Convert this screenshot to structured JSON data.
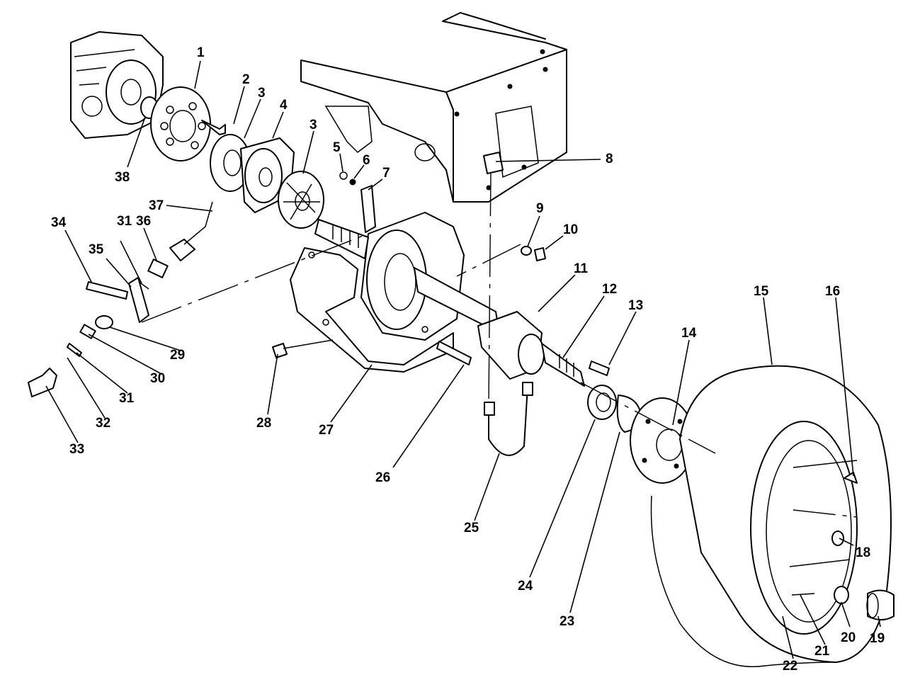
{
  "callouts": [
    {
      "id": "1",
      "label": "1"
    },
    {
      "id": "2",
      "label": "2"
    },
    {
      "id": "3a",
      "label": "3"
    },
    {
      "id": "3b",
      "label": "3"
    },
    {
      "id": "4",
      "label": "4"
    },
    {
      "id": "5",
      "label": "5"
    },
    {
      "id": "6",
      "label": "6"
    },
    {
      "id": "7",
      "label": "7"
    },
    {
      "id": "8",
      "label": "8"
    },
    {
      "id": "9",
      "label": "9"
    },
    {
      "id": "10",
      "label": "10"
    },
    {
      "id": "11",
      "label": "11"
    },
    {
      "id": "12",
      "label": "12"
    },
    {
      "id": "13",
      "label": "13"
    },
    {
      "id": "14",
      "label": "14"
    },
    {
      "id": "15",
      "label": "15"
    },
    {
      "id": "16",
      "label": "16"
    },
    {
      "id": "18",
      "label": "18"
    },
    {
      "id": "19",
      "label": "19"
    },
    {
      "id": "20",
      "label": "20"
    },
    {
      "id": "21",
      "label": "21"
    },
    {
      "id": "22",
      "label": "22"
    },
    {
      "id": "23",
      "label": "23"
    },
    {
      "id": "24",
      "label": "24"
    },
    {
      "id": "25",
      "label": "25"
    },
    {
      "id": "26",
      "label": "26"
    },
    {
      "id": "27",
      "label": "27"
    },
    {
      "id": "28",
      "label": "28"
    },
    {
      "id": "29",
      "label": "29"
    },
    {
      "id": "30",
      "label": "30"
    },
    {
      "id": "31a",
      "label": "31"
    },
    {
      "id": "31b",
      "label": "31"
    },
    {
      "id": "32",
      "label": "32"
    },
    {
      "id": "33",
      "label": "33"
    },
    {
      "id": "34",
      "label": "34"
    },
    {
      "id": "35",
      "label": "35"
    },
    {
      "id": "36",
      "label": "36"
    },
    {
      "id": "37",
      "label": "37"
    },
    {
      "id": "38",
      "label": "38"
    }
  ]
}
